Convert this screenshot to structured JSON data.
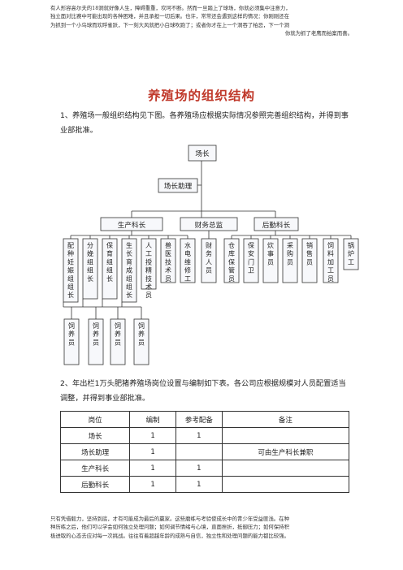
{
  "header_note": {
    "lines": [
      "有人形容高尔夫的18洞就好像人生，障碍重重，坎坷不断。然而一旦踏上了球场，你就必须集中注意力，",
      "独立面对比赛中可能出现的各种困难，并且承担一切后果。也许，常常还会遇到这样的情况：你刚刚还在",
      "为抓到一个小鸟球而欢呼雀跃，下一刻大风就把小白球吹跑了；或者你才在上一个洞吞了柏忌，下一个洞",
      "你就为抓了老鹰而拍案而喜。"
    ]
  },
  "title": "养殖场的组织结构",
  "intro1": "1、养殖场一般组织结构见下图。各养殖场应根据实际情况参照完善组织结构，并得到事业部批准。",
  "org": {
    "top": "场长",
    "assistant": "场长助理",
    "level2": [
      "生产科长",
      "财务总监",
      "后勤科长"
    ],
    "production": [
      "配种妊娠组组长",
      "分娩组组长",
      "保育组组长",
      "生长育成组组长",
      "人工授精技术员",
      "兽医技术员",
      "水电维修工"
    ],
    "finance": [
      "财务人员"
    ],
    "logistics": [
      "仓库保管员",
      "保安门卫",
      "炊事员",
      "采购员",
      "销售员",
      "饲料加工员",
      "锅炉工"
    ],
    "feeders": [
      "饲养员",
      "饲养员",
      "饲养员",
      "饲养员"
    ]
  },
  "intro2": "2、年出栏1万头肥猪养殖场岗位设置与编制如下表。各公司应根据规模对人员配置适当调整，并得到事业部批准。",
  "staff_table": {
    "headers": [
      "岗位",
      "编制",
      "参考配备",
      "备注"
    ],
    "rows": [
      [
        "场长",
        "1",
        "1",
        ""
      ],
      [
        "场长助理",
        "1",
        "",
        "可由生产科长兼职"
      ],
      [
        "生产科长",
        "1",
        "1",
        ""
      ],
      [
        "后勤科长",
        "1",
        "1",
        ""
      ]
    ]
  },
  "footer_note": {
    "lines": [
      "只有凭借毅力，坚持到底，才有可能成为最后的赢家。这些磨练与考验使成长中的青少年受益匪浅。在种",
      "种历练之后，他们可以学会如何独立处理问题；如何调节情绪与心境，直面挫折，抵御压力；如何保持积",
      "极进取的心态去应对每一次挑战。往往有着超越年龄的成熟与自信，独立性和处理问题的能力都比较强。"
    ]
  }
}
